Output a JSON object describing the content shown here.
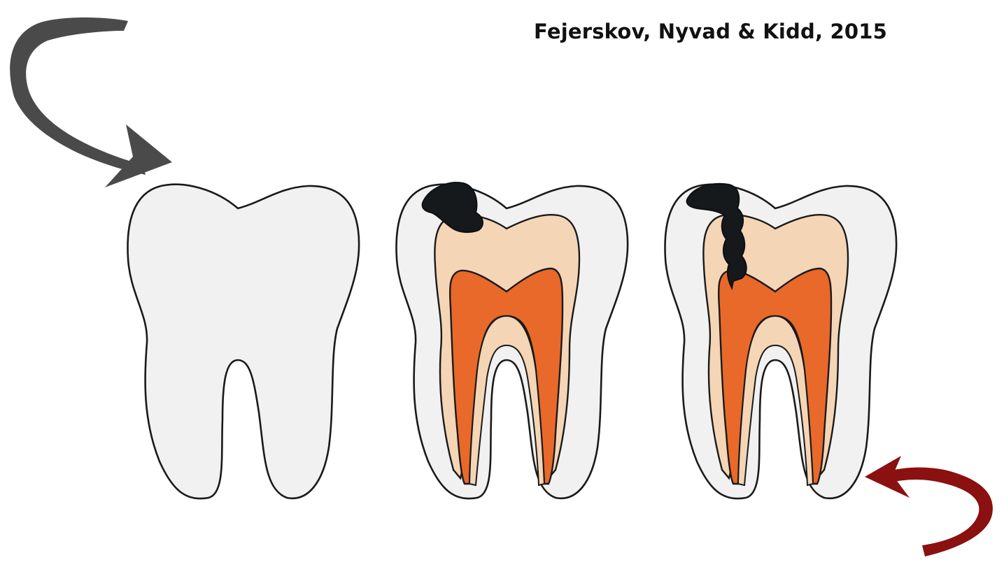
{
  "citation": "Fejerskov, Nyvad & Kidd, 2015",
  "teeth": [
    {
      "name": "healthy-tooth",
      "caries": "none"
    },
    {
      "name": "tooth-caries-in-dentin",
      "caries": "dentin"
    },
    {
      "name": "tooth-caries-reaching-pulp",
      "caries": "pulp"
    }
  ],
  "arrows": [
    {
      "name": "curved-arrow-top-left",
      "color": "#4a4a4a"
    },
    {
      "name": "curved-arrow-bottom-right",
      "color": "#8b1010"
    }
  ],
  "colors": {
    "enamel": "#f1f1f1",
    "dentin": "#f4d5b5",
    "pulp": "#e8692a",
    "caries": "#15191c",
    "outline": "#1a1a1a"
  }
}
